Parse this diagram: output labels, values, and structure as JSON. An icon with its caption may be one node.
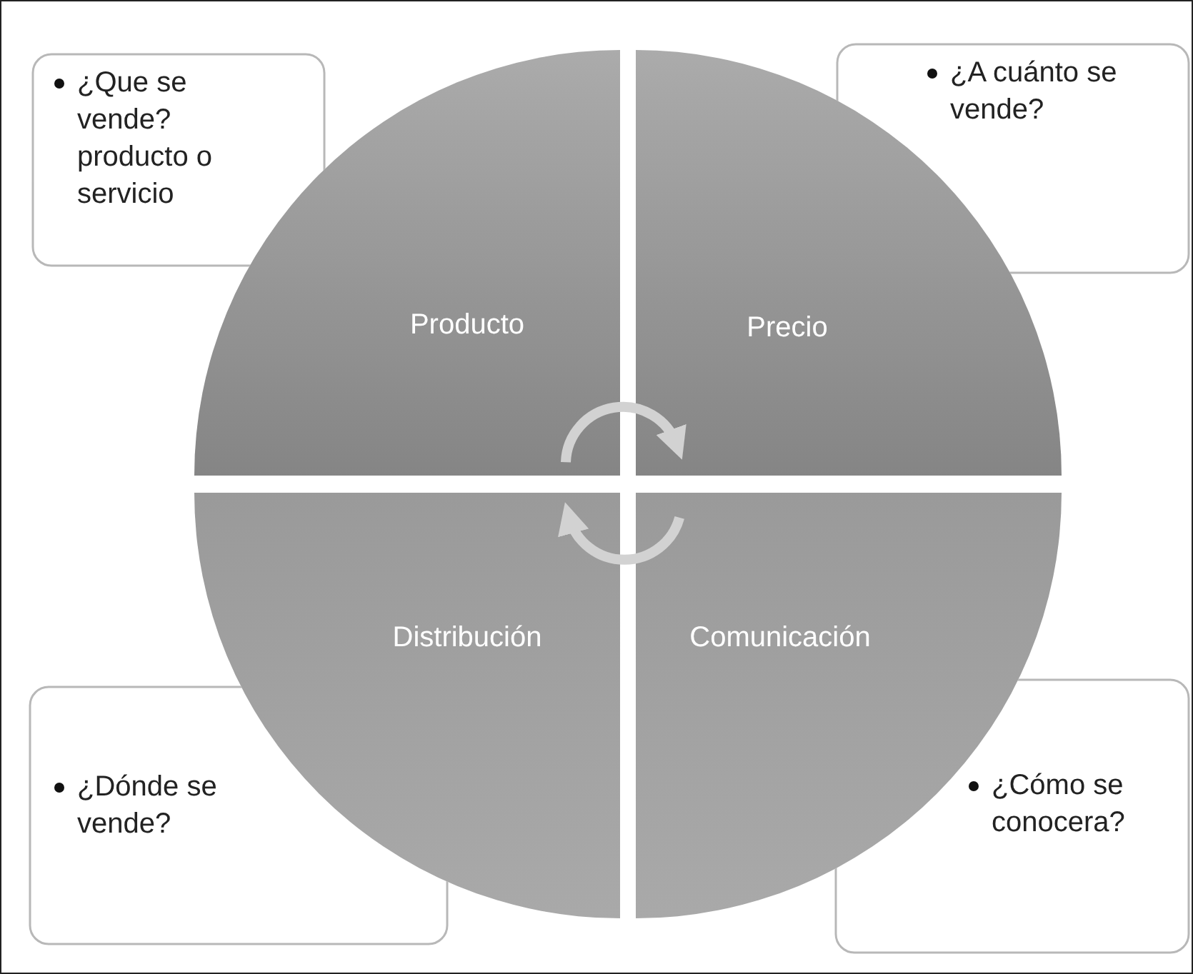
{
  "diagram": {
    "nodes": [
      {
        "text": [
          "¿Que se vende? producto o servicio"
        ]
      },
      {
        "text": [
          "Producto"
        ]
      },
      {
        "text": [
          "Precio"
        ]
      },
      {
        "text": [
          "¿A cuánto se vende?"
        ]
      },
      {
        "text": [
          "Distribución"
        ]
      },
      {
        "text": [
          "Comunicación"
        ]
      },
      {
        "text": [
          "¿Dónde se vende?"
        ]
      },
      {
        "text": [
          "¿Cómo se conocera?"
        ]
      }
    ],
    "edges": [
      {
        "from": 1,
        "to": 2,
        "arrow": "to"
      },
      {
        "from": 5,
        "to": 4,
        "arrow": "to"
      }
    ]
  }
}
